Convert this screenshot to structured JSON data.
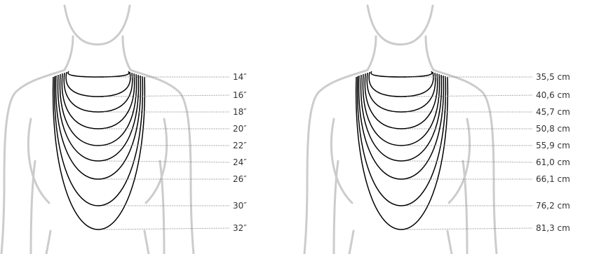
{
  "colors": {
    "figure_outline": "#cccccc",
    "chain": "#000000",
    "leader_line": "#777777",
    "label_text": "#333333",
    "background": "#ffffff"
  },
  "left_chart": {
    "unit": "in",
    "labels": [
      "14″",
      "16″",
      "18″",
      "20″",
      "22″",
      "24″",
      "26″",
      "30″",
      "32″"
    ]
  },
  "right_chart": {
    "unit": "cm",
    "labels": [
      "35,5 cm",
      "40,6 cm",
      "45,7 cm",
      "50,8 cm",
      "55,9 cm",
      "61,0 cm",
      "66,1 cm",
      "76,2 cm",
      "81,3 cm"
    ]
  }
}
